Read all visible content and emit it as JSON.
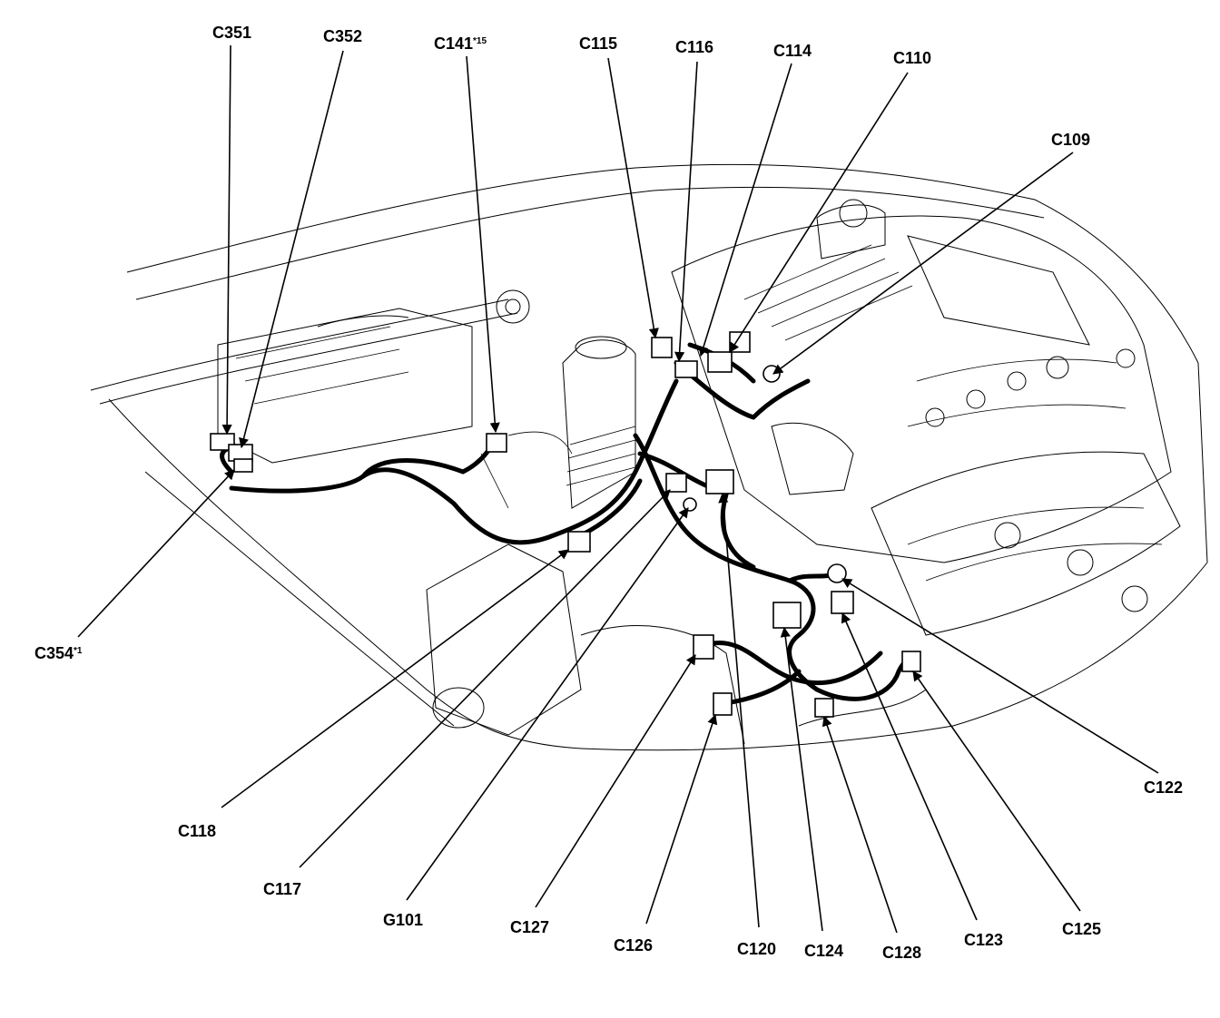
{
  "labels": {
    "c351": "C351",
    "c352": "C352",
    "c141": "C141",
    "c141_note": "*15",
    "c115": "C115",
    "c116": "C116",
    "c114": "C114",
    "c110": "C110",
    "c109": "C109",
    "c354": "C354",
    "c354_note": "*1",
    "c118": "C118",
    "c117": "C117",
    "g101": "G101",
    "c127": "C127",
    "c126": "C126",
    "c120": "C120",
    "c124": "C124",
    "c128": "C128",
    "c123": "C123",
    "c125": "C125",
    "c122": "C122"
  }
}
